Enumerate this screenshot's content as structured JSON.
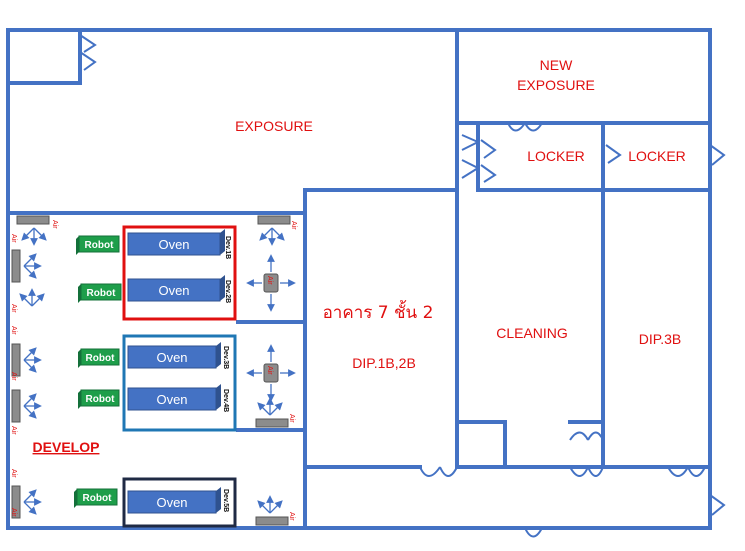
{
  "rooms": {
    "exposure": "EXPOSURE",
    "new_exposure_line1": "NEW",
    "new_exposure_line2": "EXPOSURE",
    "locker_1": "LOCKER",
    "locker_2": "LOCKER",
    "building_floor": "อาคาร 7 ชั้น 2",
    "dip_1b_2b": "DIP.1B,2B",
    "cleaning": "CLEANING",
    "dip_3b": "DIP.3B",
    "develop": "DEVELOP"
  },
  "equipment": {
    "oven_label": "Oven",
    "robot_label": "Robot",
    "air_label": "Air",
    "dev_tags": [
      "Dev.1B",
      "Dev.2B",
      "Dev.3B",
      "Dev.4B",
      "Dev.5B"
    ]
  },
  "colors": {
    "wall": "#4472c4",
    "text_red": "#e01010",
    "group_dev1_2": "#e01010",
    "group_dev3_4": "#1f77b4",
    "group_dev5": "#1f2a44",
    "oven": "#4472c4",
    "robot": "#1e9e4a"
  }
}
